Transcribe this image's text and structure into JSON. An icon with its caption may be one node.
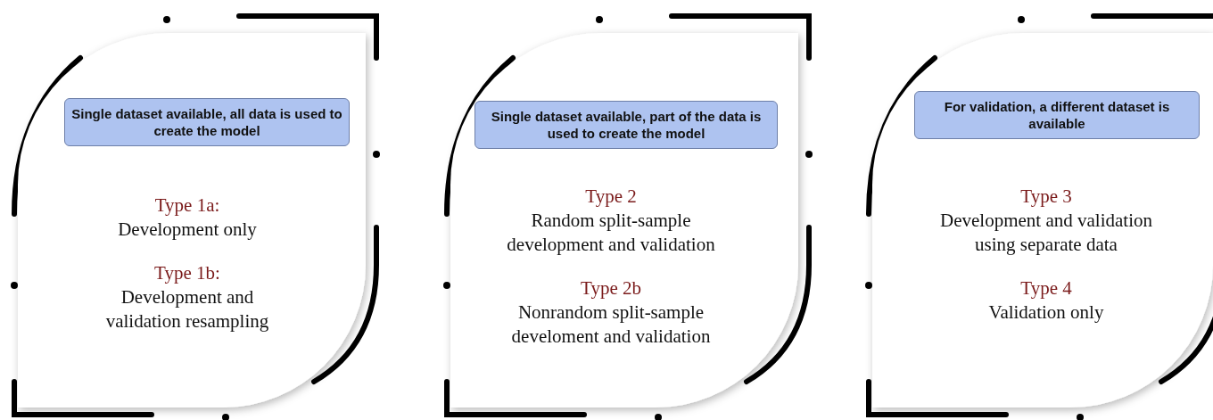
{
  "diagram": {
    "nodes": [
      {
        "text": [
          "Type 1a:",
          "Development only",
          "Type 1b:",
          "Development and validation resampling"
        ]
      },
      {
        "text": [
          "Single dataset available, all data is used to create the model"
        ],
        "in": 0
      },
      {
        "text": [
          "Type 2",
          "Random split-sample development and validation",
          "Type 2b",
          "Nonrandom split-sample develoment and validation"
        ]
      },
      {
        "text": [
          "Single dataset available, part of the data is used to create the model"
        ],
        "in": 2
      },
      {
        "text": [
          "Type 3",
          "Development and validation using separate data",
          "Type 4",
          "Validation only"
        ]
      },
      {
        "text": [
          "For validation, a different dataset is available"
        ],
        "in": 4
      }
    ]
  }
}
